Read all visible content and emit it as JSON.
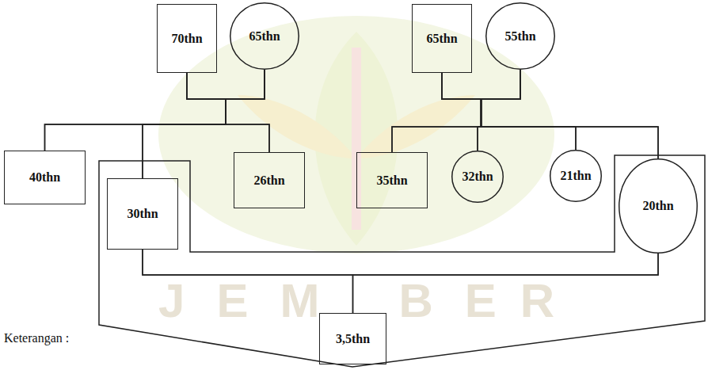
{
  "diagram": {
    "nodes": [
      {
        "text": [
          "70thn"
        ]
      },
      {
        "text": [
          "65thn"
        ]
      },
      {
        "text": [
          "65thn"
        ]
      },
      {
        "text": [
          "55thn"
        ]
      },
      {
        "text": [
          "40thn"
        ]
      },
      {
        "text": [
          "30thn"
        ]
      },
      {
        "text": [
          "26thn"
        ]
      },
      {
        "text": [
          "35thn"
        ]
      },
      {
        "text": [
          "32thn"
        ]
      },
      {
        "text": [
          "21thn"
        ]
      },
      {
        "text": [
          "20thn"
        ]
      },
      {
        "text": [
          "3,5thn"
        ]
      }
    ],
    "edges": [
      {
        "from": 0,
        "to": 1,
        "arrow": "none"
      },
      {
        "from": 0,
        "to": 4,
        "arrow": "none"
      },
      {
        "from": 1,
        "to": 4,
        "arrow": "none"
      },
      {
        "from": 0,
        "to": 5,
        "arrow": "none"
      },
      {
        "from": 1,
        "to": 5,
        "arrow": "none"
      },
      {
        "from": 0,
        "to": 6,
        "arrow": "none"
      },
      {
        "from": 1,
        "to": 6,
        "arrow": "none"
      },
      {
        "from": 2,
        "to": 3,
        "arrow": "none"
      },
      {
        "from": 2,
        "to": 7,
        "arrow": "none"
      },
      {
        "from": 3,
        "to": 7,
        "arrow": "none"
      },
      {
        "from": 2,
        "to": 8,
        "arrow": "none"
      },
      {
        "from": 3,
        "to": 8,
        "arrow": "none"
      },
      {
        "from": 2,
        "to": 9,
        "arrow": "none"
      },
      {
        "from": 3,
        "to": 9,
        "arrow": "none"
      },
      {
        "from": 2,
        "to": 10,
        "arrow": "none"
      },
      {
        "from": 3,
        "to": 10,
        "arrow": "none"
      },
      {
        "from": 5,
        "to": 10,
        "arrow": "none"
      },
      {
        "from": 5,
        "to": 11,
        "arrow": "none"
      },
      {
        "from": 10,
        "to": 11,
        "arrow": "none"
      }
    ],
    "labels": [
      "Keterangan :",
      "JEMBER"
    ]
  }
}
